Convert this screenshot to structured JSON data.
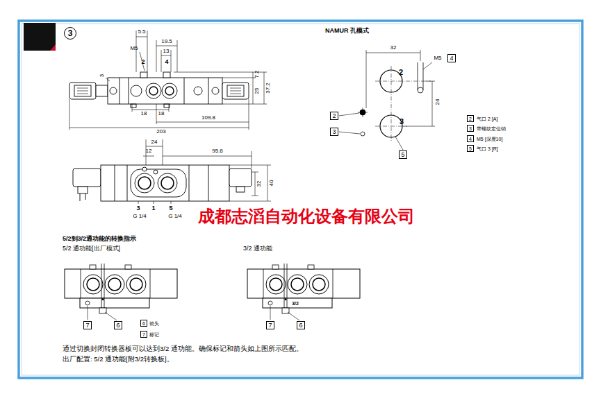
{
  "diagram": {
    "nodes": [
      {
        "text": [
          "3"
        ]
      },
      {
        "text": [
          "4"
        ]
      },
      {
        "text": [
          "2"
        ]
      },
      {
        "text": [
          "3"
        ]
      },
      {
        "text": [
          "5"
        ]
      },
      {
        "text": [
          "2"
        ]
      },
      {
        "text": [
          "3"
        ]
      },
      {
        "text": [
          "4"
        ]
      },
      {
        "text": [
          "5"
        ]
      },
      {
        "text": [
          "7"
        ]
      },
      {
        "text": [
          "6"
        ]
      },
      {
        "text": [
          "7"
        ]
      },
      {
        "text": [
          "6"
        ]
      },
      {
        "text": [
          "6"
        ]
      },
      {
        "text": [
          "7"
        ]
      }
    ],
    "labels": [
      "5.5",
      "19.5",
      "M5",
      "13",
      "2",
      "4",
      "3",
      "7.2",
      "25",
      "37.2",
      "18",
      "18",
      "109.8",
      "203",
      "24",
      "12",
      "95.6",
      "32",
      "40",
      "3",
      "1",
      "5",
      "G 1/4",
      "G 1/4",
      "成都志滔自动化设备有限公司",
      "NAMUR 孔模式",
      "32",
      "M5",
      "2",
      "3",
      "24",
      "气口 2 [A]",
      "带螺纹定位销",
      "M5 [深度10]",
      "气口 3 [R]",
      "5/2到3/2通功能的转换指示",
      "5/2 通功能[出厂模式]",
      "3/2 通功能",
      "3/2",
      "箭头",
      "标记",
      "通过切换封闭转换器板可以达到3/2 通功能。确保标记和箭头如上图所示匹配。",
      "出厂配置: 5/2 通功能[附3/2转换板]。"
    ]
  }
}
